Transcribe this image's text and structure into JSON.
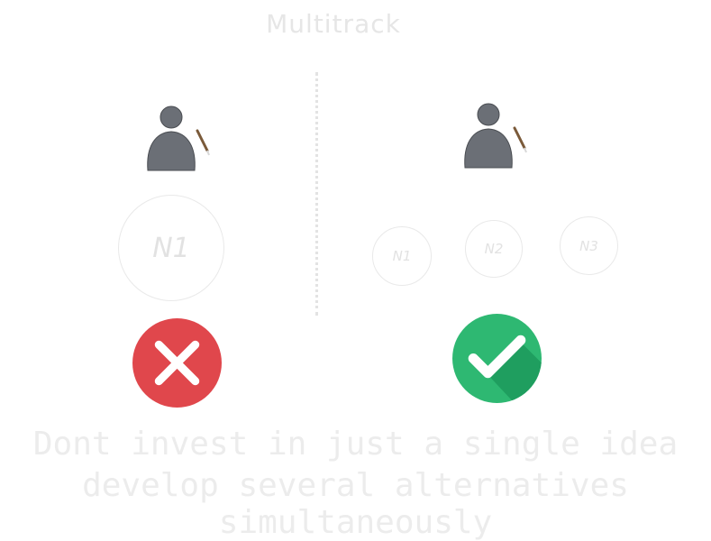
{
  "title": "Multitrack",
  "left": {
    "ideas": [
      "N1"
    ]
  },
  "right": {
    "ideas": [
      "N1",
      "N2",
      "N3"
    ]
  },
  "caption": {
    "line1": "Dont invest in just a single idea",
    "line2": "develop several alternatives simultaneously"
  },
  "colors": {
    "bad": "#e0474c",
    "good": "#2eb872",
    "person": "#6b6f76"
  },
  "icons": [
    "person-writing-icon",
    "cross-icon",
    "check-icon"
  ]
}
